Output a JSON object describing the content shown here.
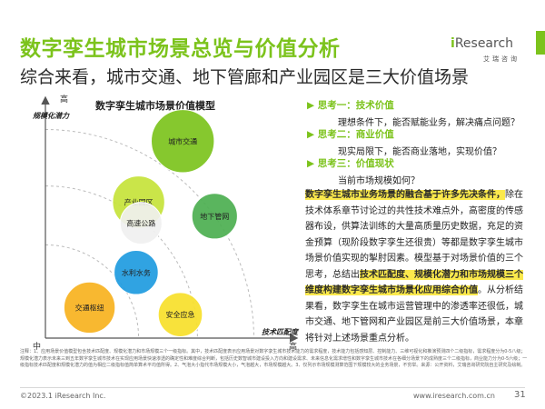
{
  "header": {
    "title": "数字孪生城市场景总览与价值分析",
    "subtitle": "综合来看，城市交通、地下管廊和产业园区是三大价值场景",
    "logo_i": "i",
    "logo_rest": "Research",
    "logo_sub": "艾瑞咨询"
  },
  "chart_data": {
    "type": "scatter",
    "title": "数字孪生城市场景价值模型",
    "xlabel": "技术匹配度",
    "ylabel": "规模化潜力",
    "y_high_label": "高",
    "x_high_label": "高",
    "origin_label": "中",
    "points": [
      {
        "label": "城市交通",
        "x": 0.56,
        "y": 0.84,
        "size": 0.95,
        "color": "#7cc31c"
      },
      {
        "label": "产业园区",
        "x": 0.38,
        "y": 0.58,
        "size": 0.72,
        "color": "#c6e33a"
      },
      {
        "label": "高速公路",
        "x": 0.39,
        "y": 0.49,
        "size": 0.5,
        "color": "#f0f0f0"
      },
      {
        "label": "地下管网",
        "x": 0.69,
        "y": 0.52,
        "size": 0.58,
        "color": "#4caf50"
      },
      {
        "label": "水利水务",
        "x": 0.37,
        "y": 0.28,
        "size": 0.55,
        "color": "#1e9be0"
      },
      {
        "label": "交通枢纽",
        "x": 0.18,
        "y": 0.13,
        "size": 0.7,
        "color": "#f7b21e"
      },
      {
        "label": "安全应急",
        "x": 0.55,
        "y": 0.1,
        "size": 0.55,
        "color": "#f7e02a"
      }
    ]
  },
  "questions": [
    {
      "head": "思考一：技术价值",
      "text": "理想条件下，能否赋能业务，解决痛点问题？"
    },
    {
      "head": "思考二：商业价值",
      "text": "现实局限下，能否商业落地，实现价值？"
    },
    {
      "head": "思考三：价值现状",
      "text": "当前市场规模如何？"
    }
  ],
  "paragraph": {
    "hl1": "数字孪生城市业务场景的融合基于许多先决条件，",
    "t1": "除在技术体系章节讨论过的共性技术难点外，高密度的传感器布设，供算法训练的大量高质量历史数据，充足的资金预算（现阶段数字孪生还很贵）等都是数字孪生城市场景价值实现的掣肘因素。模型基于对场景价值的三个思考，总结出",
    "hl2": "技术匹配度、规模化潜力和市场规模三个维度构建数字孪生城市场景化应用综合价值",
    "t2": "。从分析结果看，数字孪生在城市运营管理中的渗透率还很低，城市交通、地下管网和产业园区是前三大价值场景，本章将针对上述场景重点分析。"
  },
  "notes": "注释：1、应用场景价值模型包含技术匹配度、规模化潜力和市场规模三个一级指标。其中，技术匹配度表示应用场景对数字孪生城市技术能力的需求程度，技术能力包括感知层、控制能力、三维可视化和推演预测四个二级指标，需求程度分为0-5八级；规模化潜力表示未来三到五年数字孪生城市技术在实现应用场景快速渗透的确定性和难度综合判断，包括历史数智城市建设投入方向和建设需求、未来信息化需求增性和数字孪生城市技术在各细分场景下的成熟度三个二级指标，商业能力分为0-5六级；一级指标技术匹配度和规模化潜力的值为相应二级指标值简单算术平均值所得。2、气泡大小指代市场规模大小，气泡越大，市场规模越大。3、仅列示市场规模测算范围下规模较大的业务场景，不穷举。来源：公开资料，艾瑞咨询研究院自主研究及绘制。",
  "footer": {
    "copyright": "©2023.1 iResearch Inc.",
    "website": "www.iresearch.com.cn",
    "page": "31"
  }
}
